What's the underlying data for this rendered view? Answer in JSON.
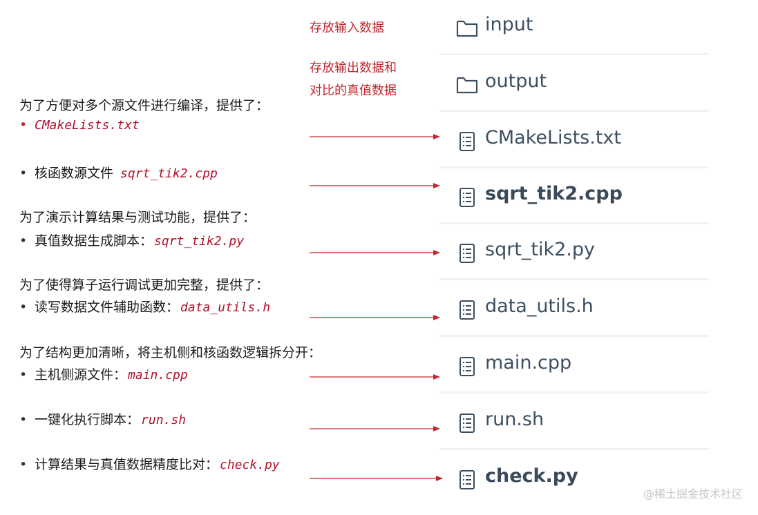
{
  "notes": {
    "input_note": "存放输入数据",
    "output_note_line1": "存放输出数据和",
    "output_note_line2": "对比的真值数据"
  },
  "sections": [
    {
      "heading": "为了方便对多个源文件进行编译，提供了："
    },
    {
      "heading": "为了演示计算结果与测试功能，提供了："
    },
    {
      "heading": "为了使得算子运行调试更加完整，提供了："
    },
    {
      "heading": "为了结构更加清晰，将主机侧和核函数逻辑拆分开："
    }
  ],
  "bullets": [
    {
      "prefix": "",
      "code": "CMakeLists.txt"
    },
    {
      "prefix": "核函数源文件",
      "code": "sqrt_tik2.cpp"
    },
    {
      "prefix": "真值数据生成脚本：",
      "code": "sqrt_tik2.py"
    },
    {
      "prefix": "读写数据文件辅助函数：",
      "code": "data_utils.h"
    },
    {
      "prefix": "主机侧源文件：",
      "code": "main.cpp"
    },
    {
      "prefix": "一键化执行脚本：",
      "code": "run.sh"
    },
    {
      "prefix": "计算结果与真值数据精度比对：",
      "code": "check.py"
    }
  ],
  "files": [
    {
      "name": "input",
      "icon": "folder-icon"
    },
    {
      "name": "output",
      "icon": "folder-icon"
    },
    {
      "name": "CMakeLists.txt",
      "icon": "file-icon"
    },
    {
      "name": "sqrt_tik2.cpp",
      "icon": "file-icon"
    },
    {
      "name": "sqrt_tik2.py",
      "icon": "file-icon"
    },
    {
      "name": "data_utils.h",
      "icon": "file-icon"
    },
    {
      "name": "main.cpp",
      "icon": "file-icon"
    },
    {
      "name": "run.sh",
      "icon": "file-icon"
    },
    {
      "name": "check.py",
      "icon": "file-icon"
    }
  ],
  "colors": {
    "accent_red": "#c0272d",
    "code_red": "#b0102a",
    "file_text": "#3c4f61",
    "separator": "#f1f2f3"
  },
  "watermark": "@稀土掘金技术社区"
}
